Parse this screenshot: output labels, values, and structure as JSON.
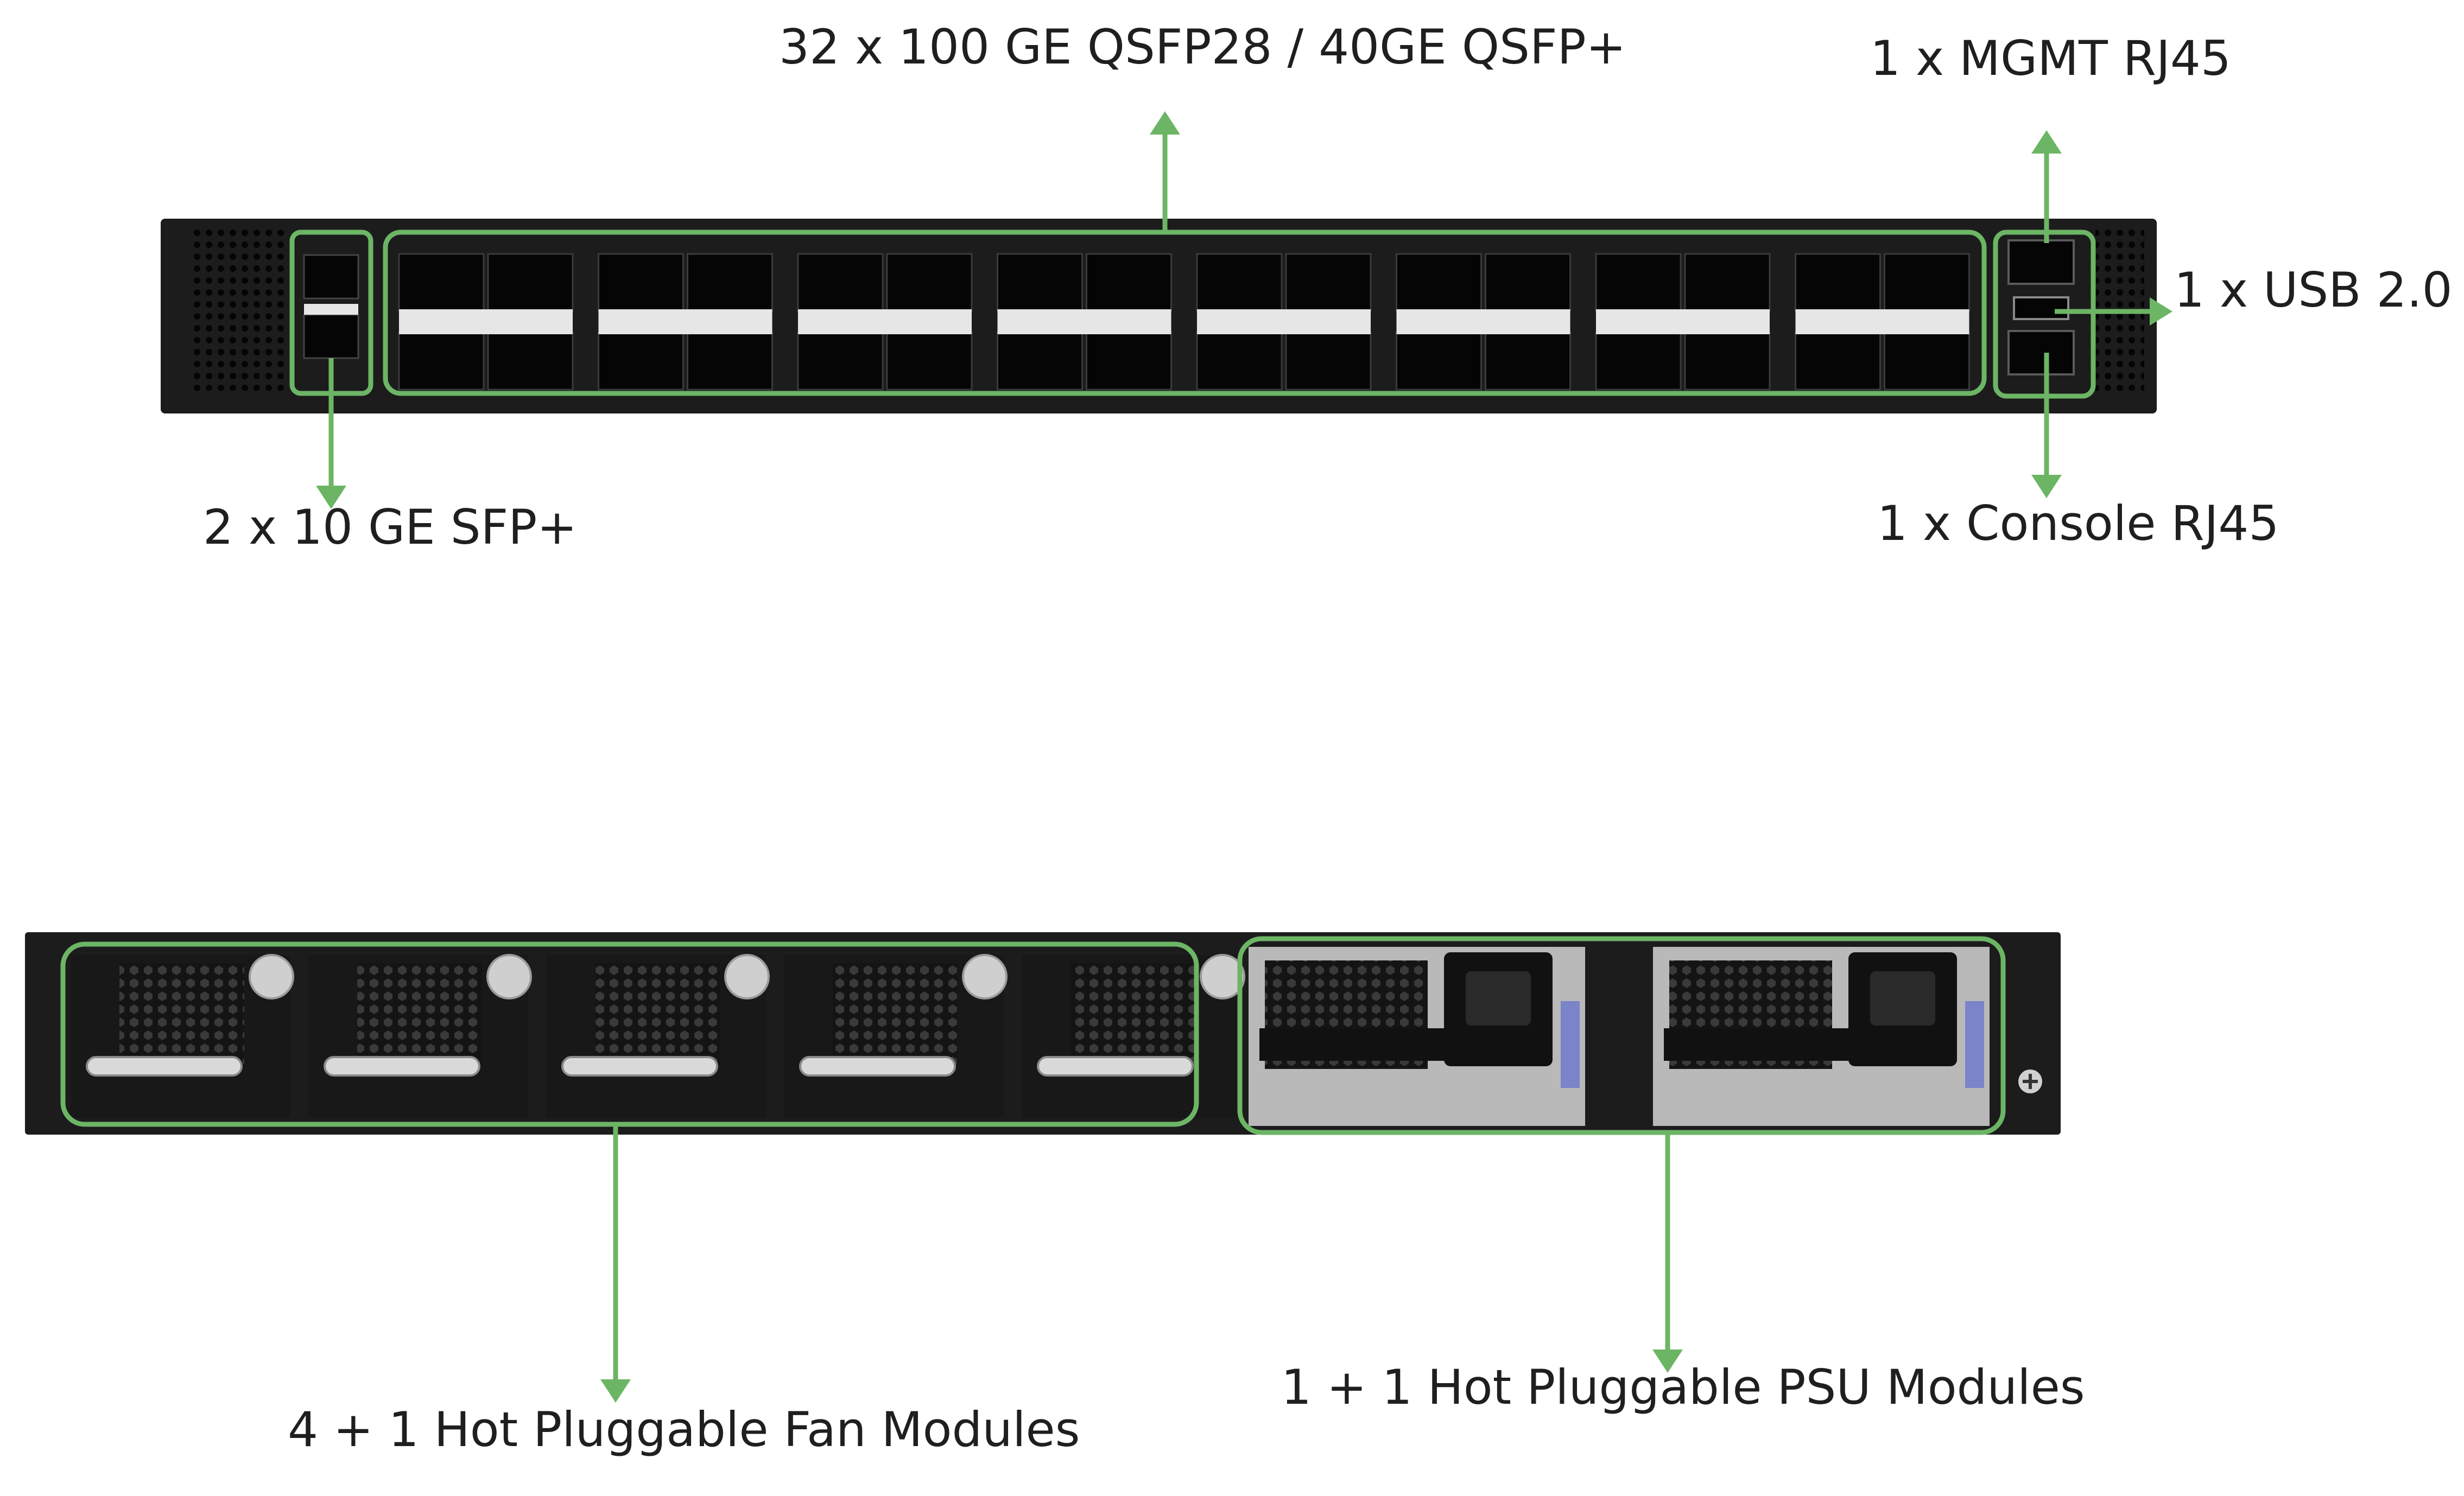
{
  "labels": {
    "qsfp": "32 x 100 GE QSFP28 / 40GE QSFP+",
    "mgmt": "1 x MGMT RJ45",
    "usb": "1 x USB 2.0",
    "console": "1 x Console RJ45",
    "sfp": "2 x 10 GE SFP+",
    "fans": "4 + 1 Hot Pluggable Fan Modules",
    "psu": "1 + 1 Hot Pluggable PSU Modules"
  },
  "counts": {
    "qsfp_ports": 32,
    "sfp_ports": 2,
    "fan_modules": 5,
    "psu_modules": 2
  },
  "colors": {
    "chassis": "#1c1c1c",
    "port": "#050505",
    "port_tab": "#e6e6e6",
    "callout": "#6cb565",
    "psu_metal": "#b9b9b9",
    "fan_grille": "#3a3a3a",
    "handle": "#d9d9d9",
    "psu_latch": "#7b83c9"
  },
  "icons": [
    "arrow-up-icon",
    "arrow-down-icon",
    "arrow-right-icon",
    "fan-icon",
    "power-socket-icon",
    "thumbscrew-icon"
  ]
}
